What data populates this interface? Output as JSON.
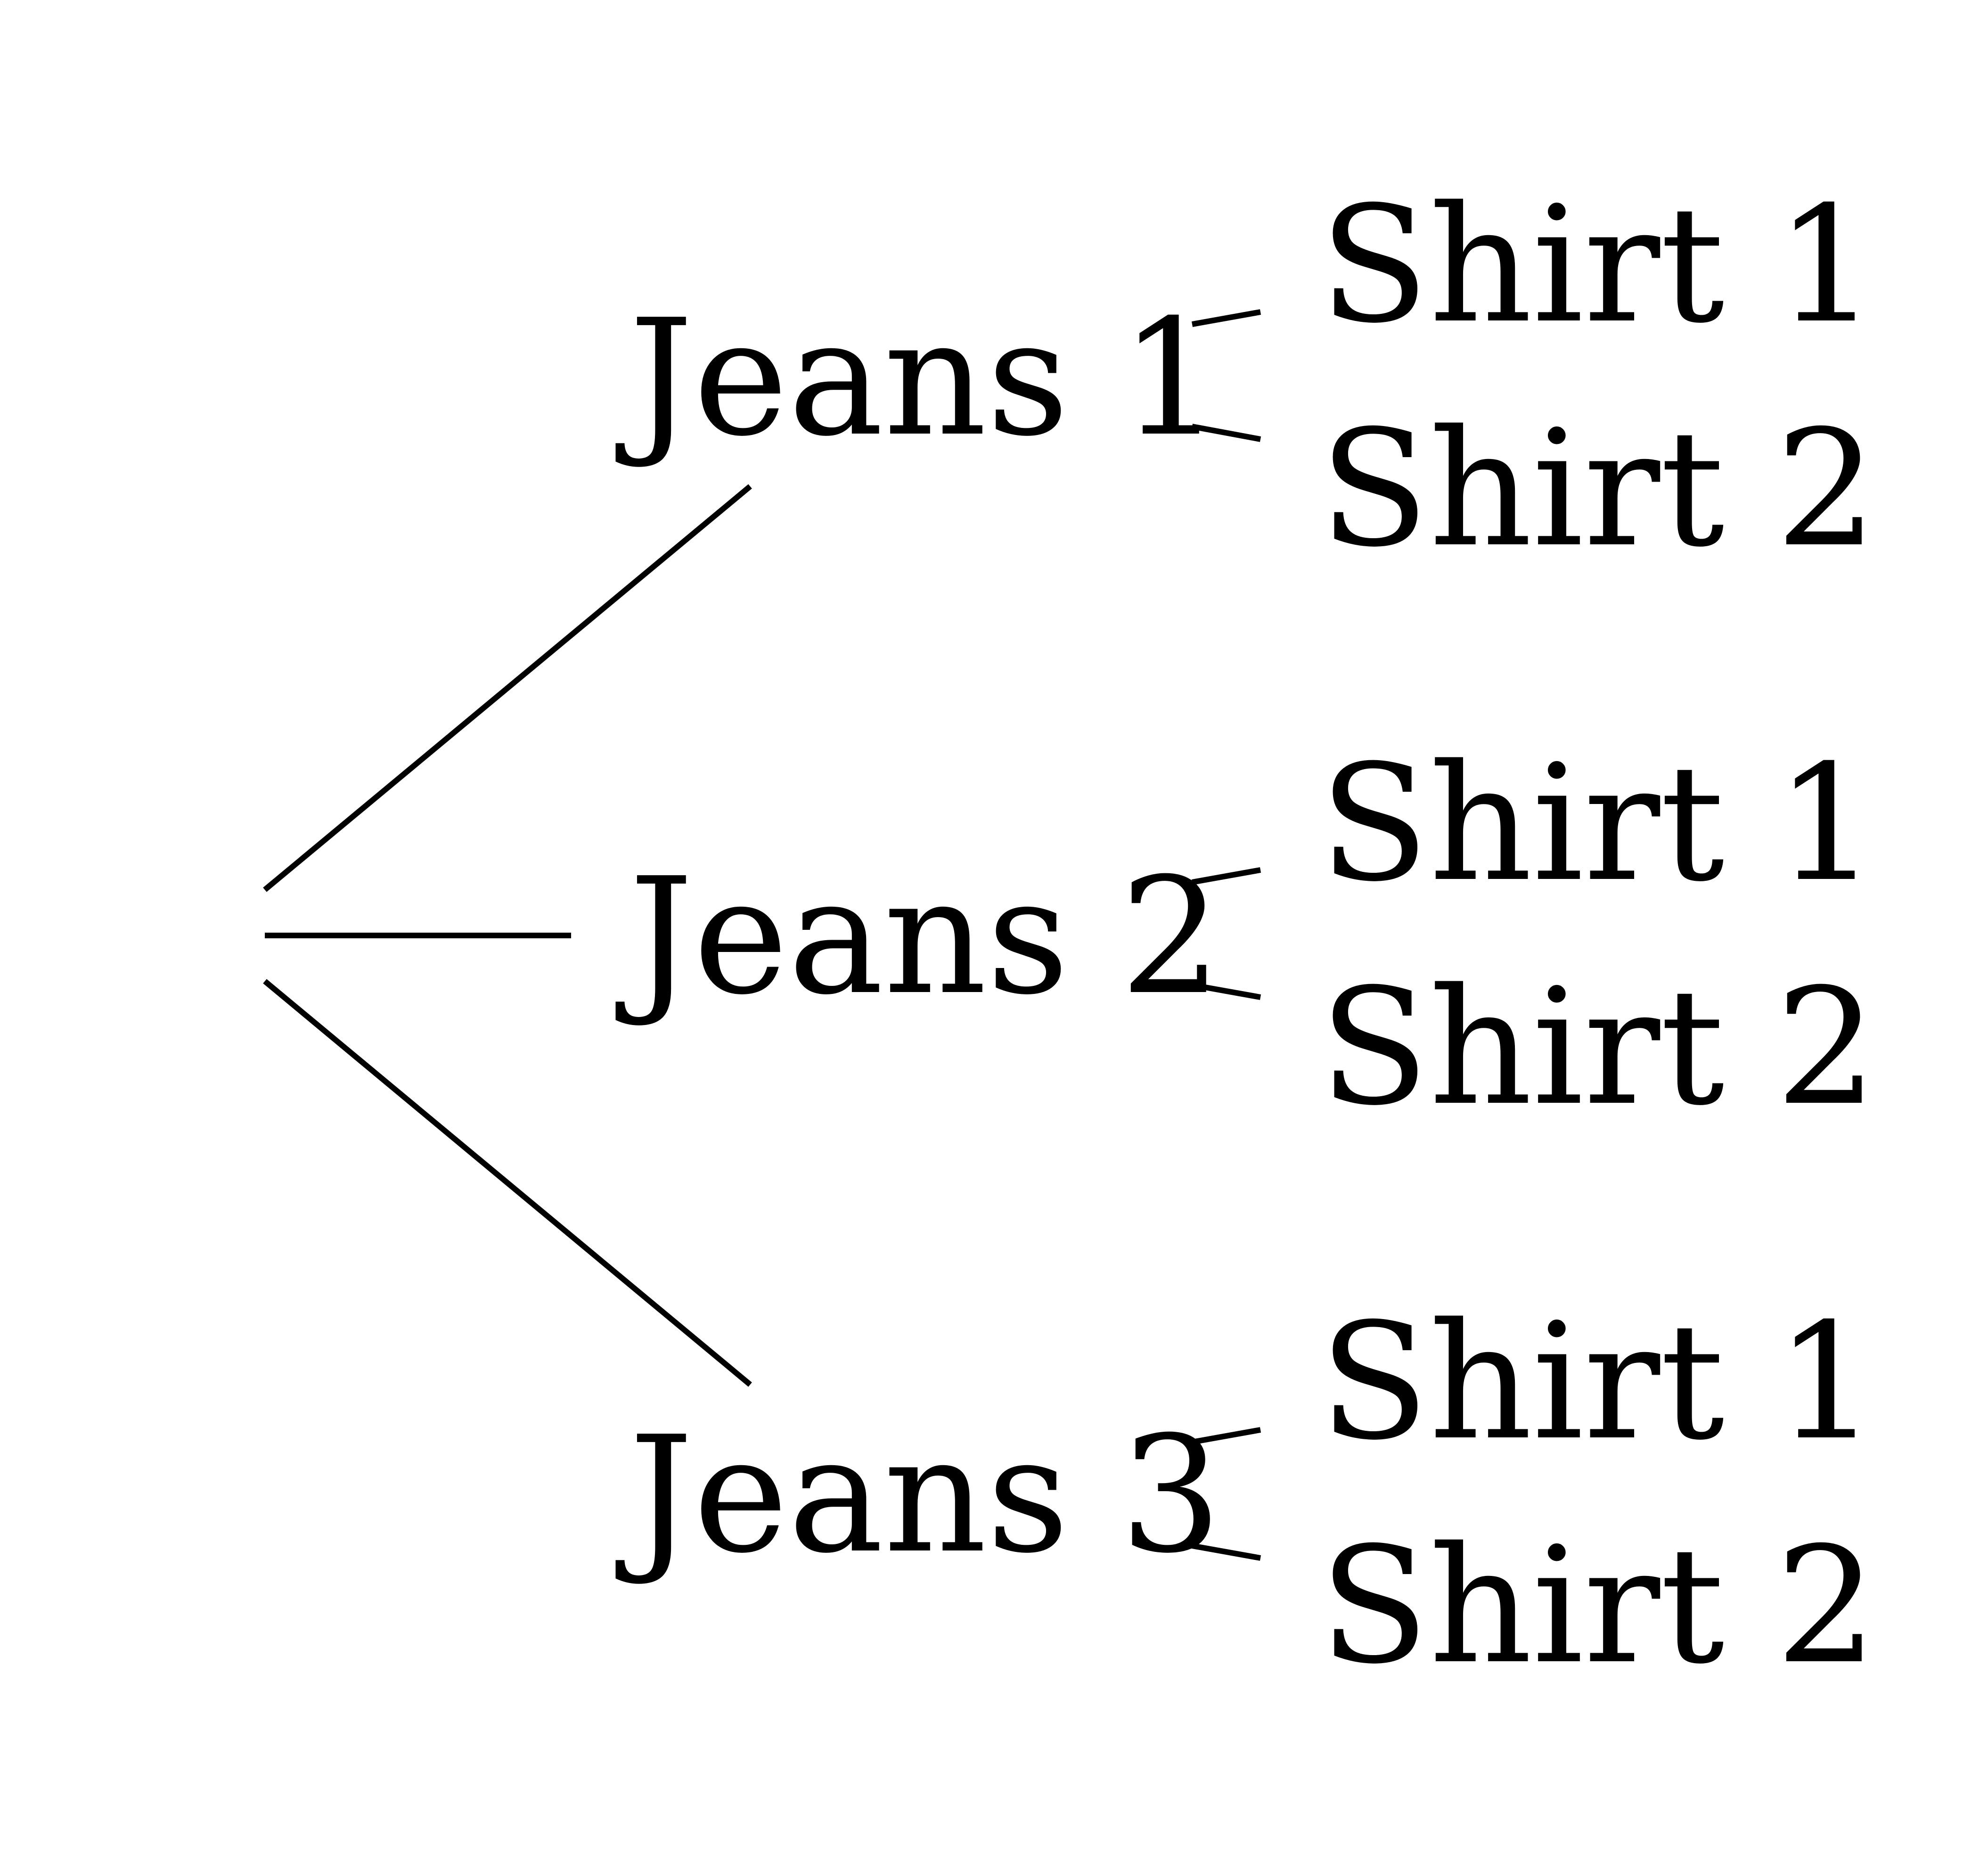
{
  "tree": {
    "children": [
      {
        "label": "Jeans 1",
        "children": [
          {
            "label": "Shirt 1"
          },
          {
            "label": "Shirt 2"
          }
        ]
      },
      {
        "label": "Jeans 2",
        "children": [
          {
            "label": "Shirt 1"
          },
          {
            "label": "Shirt 2"
          }
        ]
      },
      {
        "label": "Jeans 3",
        "children": [
          {
            "label": "Shirt 1"
          },
          {
            "label": "Shirt 2"
          }
        ]
      }
    ]
  },
  "colors": {
    "line": "#000000",
    "text": "#000000",
    "background": "#ffffff"
  }
}
